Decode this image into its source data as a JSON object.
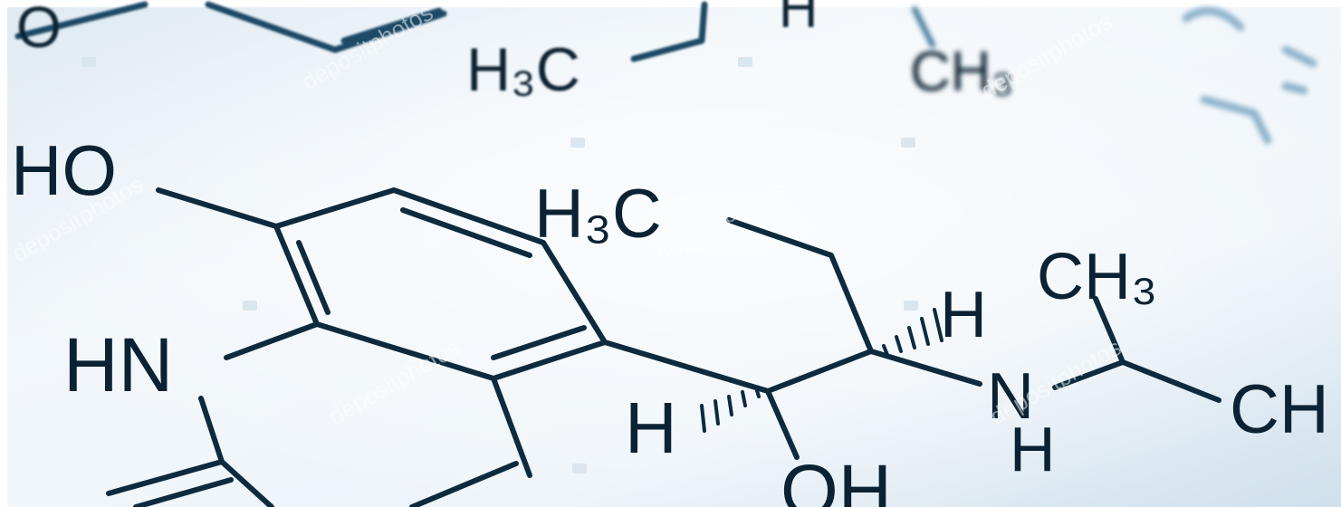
{
  "photo": {
    "subject": "chemical-structure-photo",
    "watermark_text": "depositphotos",
    "colors": {
      "paper_light": "#f4f8fb",
      "paper_mid": "#dbe8f1",
      "ink_dark": "#0a2233",
      "ink_blur": "#3c7396"
    }
  },
  "labels": {
    "top_o": "O",
    "top_h3c": "H₃C",
    "top_h": "H",
    "top_ch3": "CH₃",
    "ho": "HO",
    "h3c": "H₃C",
    "hn": "HN",
    "h_right": "H",
    "ch3": "CH₃",
    "n": "N",
    "n_h": "H",
    "ch_right": "CH",
    "h_left": "H",
    "oh": "OH"
  }
}
